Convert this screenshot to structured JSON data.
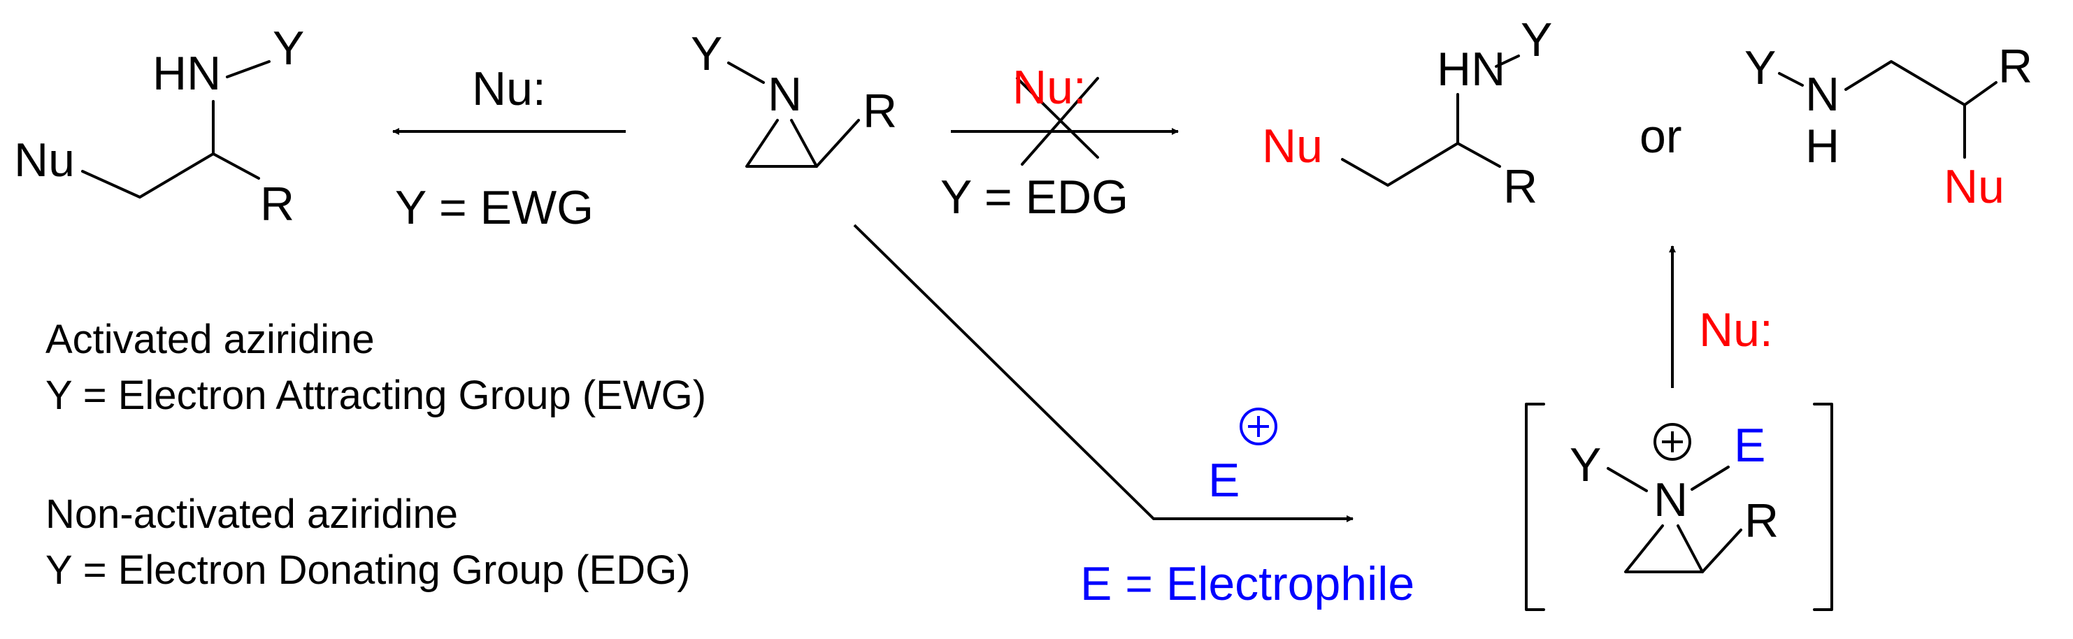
{
  "atoms": {
    "y": "Y",
    "n": "N",
    "h": "H",
    "hn": "HN",
    "r": "R",
    "nu": "Nu",
    "e": "E"
  },
  "reagents": {
    "nu_colon": "Nu:",
    "cond_ewg": "Y = EWG",
    "cond_edg": "Y = EDG",
    "electrophile_symbol": "E",
    "electrophile_def": "E = Electrophile",
    "or": "or"
  },
  "notes": {
    "activated_title": "Activated aziridine",
    "activated_def": "Y = Electron Attracting Group (EWG)",
    "nonactivated_title": "Non-activated aziridine",
    "nonactivated_def": "Y = Electron Donating Group (EDG)"
  },
  "colors": {
    "nucleophile": "#ff0000",
    "electrophile": "#0000ff",
    "default": "#000000"
  }
}
